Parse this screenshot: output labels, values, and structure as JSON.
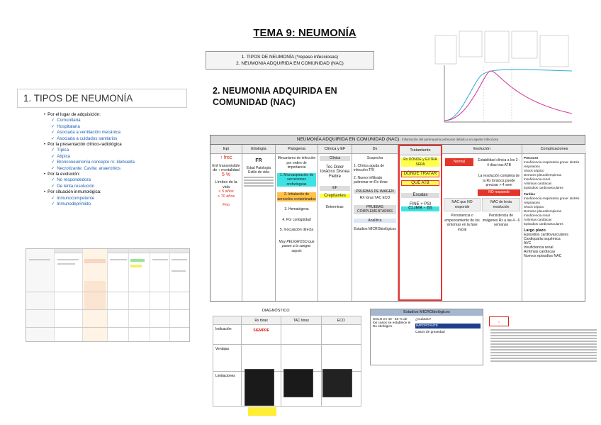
{
  "title": "TEMA 9: NEUMONÍA",
  "topics": {
    "line1": "1. TIPOS DE NEUMONÍA (*repaso infecciosas)",
    "line2": "2. NEUMONIA ADQUIRIDA EN COMUNIDAD (NAC)"
  },
  "section1_title": "1. TIPOS DE NEUMONÍA",
  "section2_title": "2. NEUMONIA ADQUIRIDA EN COMUNIDAD (NAC)",
  "classification": [
    {
      "group": "Por el lugar de adquisición:",
      "items": [
        "Comunitaria",
        "Hospitalaria",
        "Asociada a ventilación mecánica",
        "Asociada a cuidados sanitarios"
      ]
    },
    {
      "group": "Por la presentación clínico-radiológica",
      "items": [
        "Típica",
        "Atípica",
        "Bronconeumonía concepto rx: klebsiella",
        "Necrotizante: Cavita: anaerobios"
      ]
    },
    {
      "group": "Por la evolución:",
      "items": [
        "No respondedora",
        "De lenta resolución"
      ]
    },
    {
      "group": "Por situación inmunológica:",
      "items": [
        "Inmunocompetente",
        "Inmunodeprimido"
      ]
    }
  ],
  "nac_table": {
    "header": "NEUMONÍA ADQUIRIDA EN COMUNIDAD (NAC).",
    "header_sub": "Inflamación del parénquima pulmonar debido a un agente infeccioso",
    "columns": [
      "Epi",
      "Etiología",
      "Patogenia",
      "Clínica y EF",
      "Dx",
      "Tratamiento",
      "Evolución",
      "Complicaciones"
    ],
    "epi": {
      "frec": "↑ frec",
      "mort": "Enf transmisible de ↑ mortalidad",
      "pct": "5 %",
      "limits": "Límites de la vida",
      "age1": "< 5 años",
      "age2": "> 70 años",
      "frio": "Frío"
    },
    "etio": {
      "label": "FR",
      "sub": "Edad Patología Estilo de vida"
    },
    "pato": {
      "intro": "Mecanismo de infección por orden de importancia",
      "m1": "1. Microaspiración de secreciones orofaríngeas",
      "m2": "2. Inhalación de aerosoles contaminados",
      "m3": "3. Hematógena",
      "m4": "4. Por contigüidad",
      "m5": "5. Inoculación directa",
      "note": "Muy PELIGROSO que pasen a la sangre: sepsis"
    },
    "clin": {
      "title": "Clínica",
      "items": "Tos Dolor torácico Disnea Fiebre",
      "ef": "EF",
      "crep": "Crepitantes",
      "determinar": "Determinar:"
    },
    "dx": {
      "title": "Sospecha",
      "c1": "1. Clínica aguda de infección TRI",
      "c2": "2. Nuevo infiltrado pulmonar en Rx tórax",
      "img": "PRUEBAS DE IMAGEN",
      "imgs": "RX tórax TAC ECO",
      "comp": "PRUEBAS COMPLEMENTARIAS",
      "anal": "Analítica",
      "micro": "Estudios MICRObiológicos"
    },
    "trat": {
      "top": "Rx DÓNDE y EXTRA SEPA",
      "donde": "DÓNDE TRATAR",
      "que": "QUÉ ATB",
      "escalas": "Escalas",
      "fine": "FINE + PSI",
      "curb": "CURB - 65"
    },
    "evol": {
      "normal": "Normal",
      "estab": "Estabilidad clínica a los 3 - 4 días tras ATB",
      "resol": "La resolución completa de la Rx torácica puede precisar > 4 sem",
      "noresp": "NO responde",
      "nac_no": "NAC que NO responde",
      "lenta": "NAC de lenta resolución",
      "pers": "Persistencia o empeoramiento de los síntomas en la fase inicial",
      "pers2": "Persistencia de imágenes Rx a las 4 - 6 semanas"
    },
    "comp": {
      "precoces": "Precoces",
      "p_items": [
        "Insuficiencia respiratoria grave: distrés respiratorio",
        "Shock séptico",
        "Derrame pleural/empiema",
        "Insuficiencia renal",
        "Arritmias cardíacas",
        "Episodios cardiovasculares"
      ],
      "tardias": "Tardías",
      "t_items": [
        "Insuficiencia respiratoria grave: distrés respiratorio",
        "Shock séptico",
        "Derrame pleural/empiema",
        "Insuficiencia renal",
        "Arritmias cardíacas",
        "Episodios cardiovasculares"
      ],
      "largo": "Largo plazo",
      "l_items": [
        "Episodios cardiovasculares",
        "Cardiopatía isquémica",
        "AVC",
        "Insuficiencia renal",
        "Arritmias cardíacas",
        "Nuevos episodios NAC"
      ]
    }
  },
  "diag": {
    "title": "DIAGNÓSTICO",
    "cols": [
      "Rx tórax",
      "TAC tórax",
      "ECO"
    ],
    "rows": [
      "Indicación",
      "Ventajas",
      "Limitaciones"
    ],
    "siempre": "SIEMPRE"
  },
  "micro": {
    "title": "Estudios MICRObiológicos",
    "solo": "SOLO en 40 - 60 % de los casos se establece el Dx etiológico",
    "cuando": "¿Cuándo?",
    "importante": "IMPORTANTE",
    "gravedad": "Casos de gravedad"
  },
  "colors": {
    "red": "#d21",
    "yellow": "#ffff4a",
    "cyan": "#3fe2e2",
    "orange": "#ffc14a"
  }
}
